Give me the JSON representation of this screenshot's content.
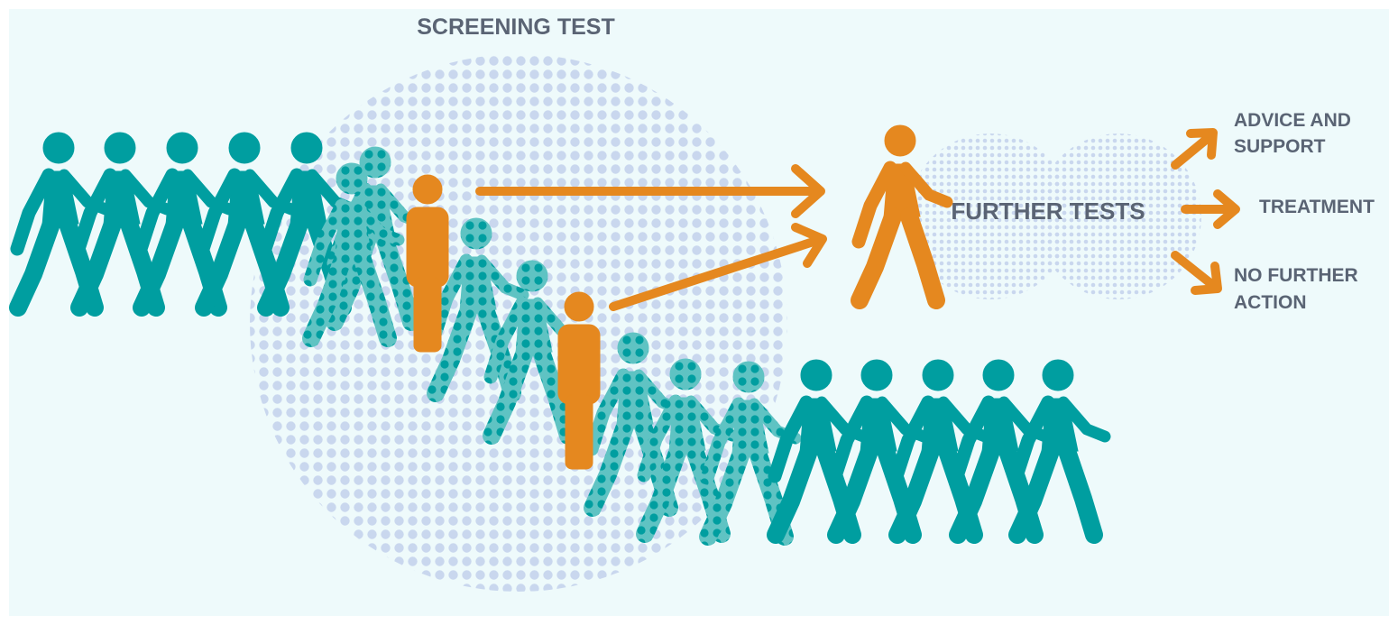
{
  "colors": {
    "background": "#eefafb",
    "teal": "#009ea0",
    "orange": "#e5881f",
    "dot": "#c9d7ee",
    "label": "#5a6474"
  },
  "labels": {
    "screening_test": "SCREENING TEST",
    "further_tests": "FURTHER TESTS",
    "outcomes": {
      "advice_support_line1": "ADVICE AND",
      "advice_support_line2": "SUPPORT",
      "treatment": "TREATMENT",
      "no_further_action_line1": "NO FURTHER",
      "no_further_action_line2": "ACTION"
    }
  },
  "figures": {
    "unscreened_top_count": 5,
    "screened_teal_count": 7,
    "screened_positive_count": 2,
    "screened_out_count": 5,
    "further_tests_person_count": 1
  },
  "icons": [
    "walking-person-icon",
    "standing-person-icon",
    "arrow-icon"
  ]
}
